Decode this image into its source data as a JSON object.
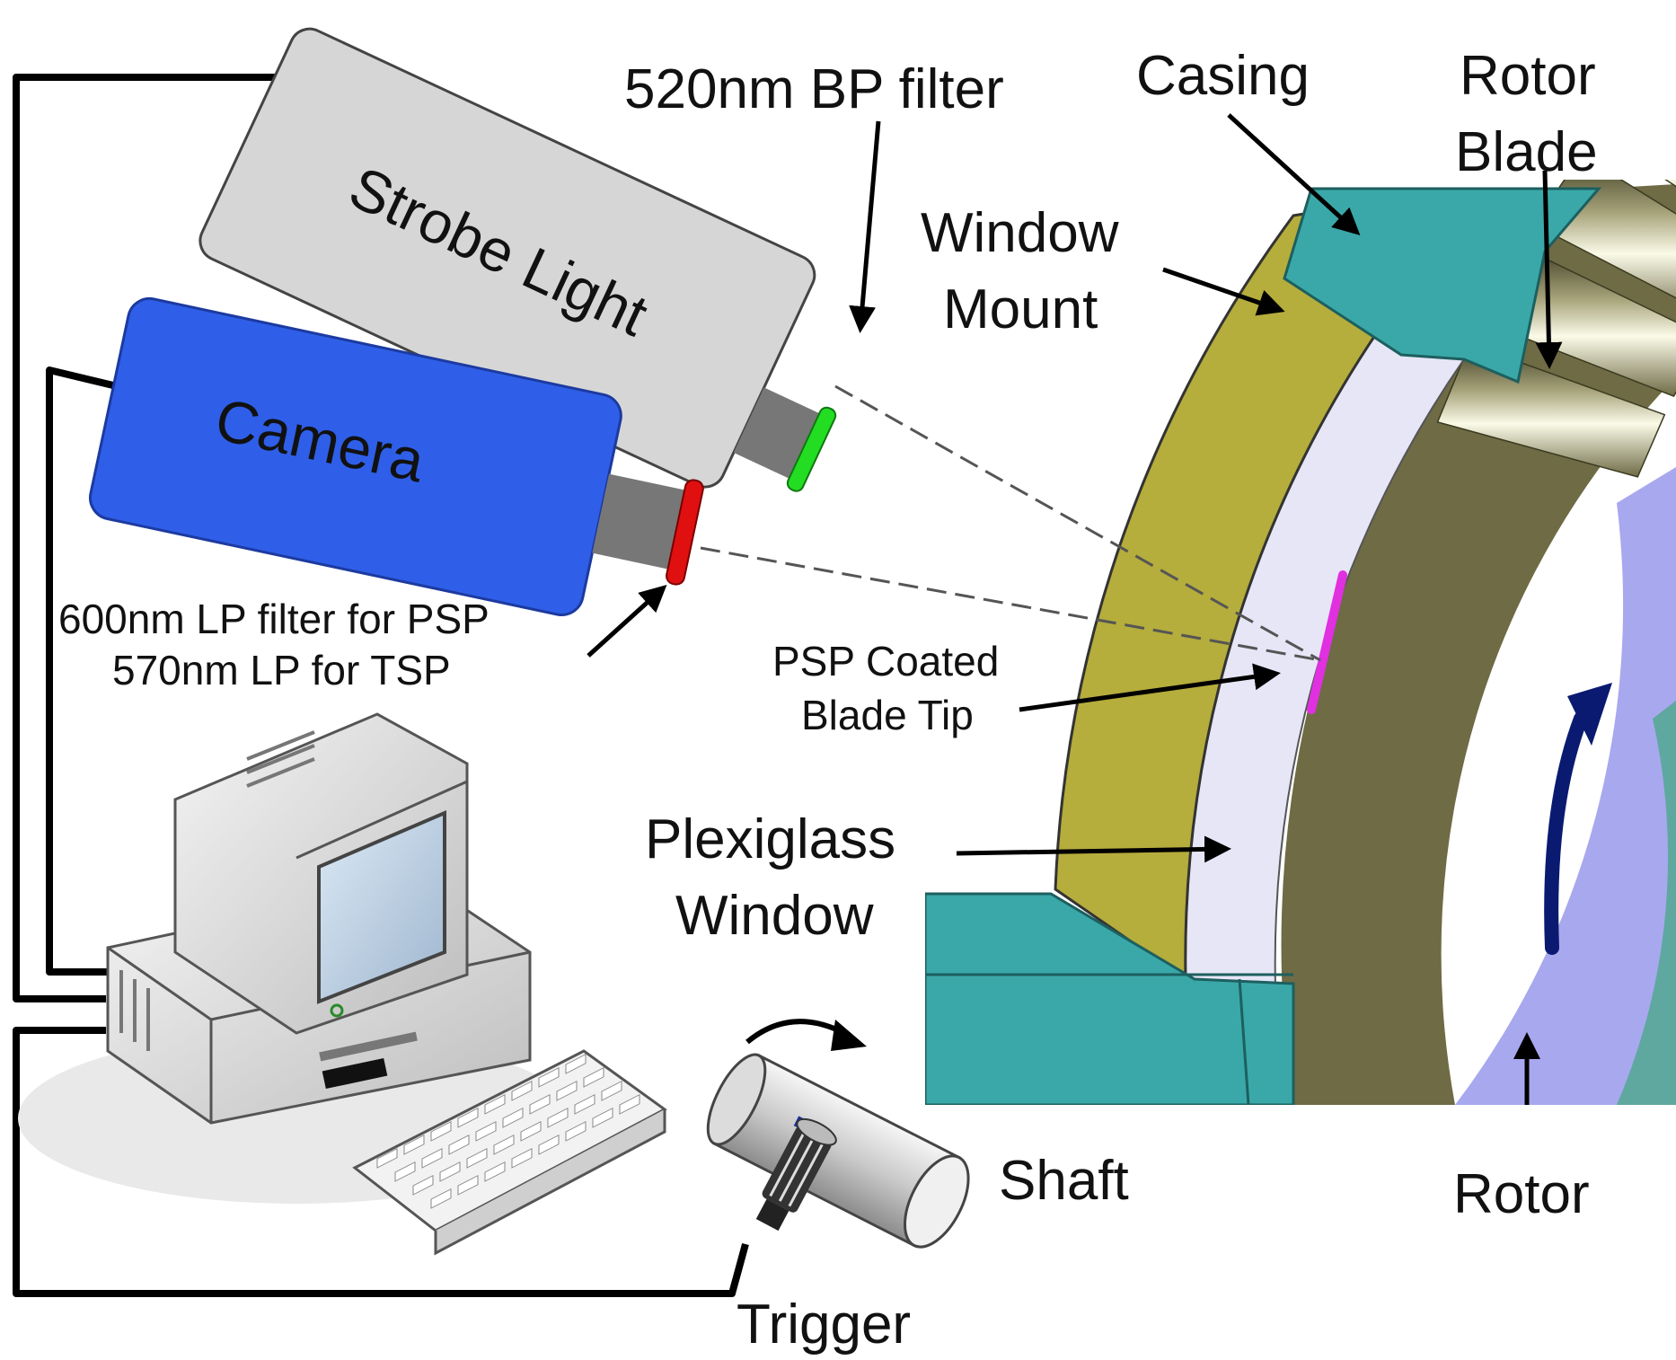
{
  "devices": {
    "strobe_light": "Strobe Light",
    "camera": "Camera"
  },
  "labels": {
    "bp_filter": "520nm BP filter",
    "lp_filter_line1": "600nm LP filter for PSP",
    "lp_filter_line2": "570nm LP for TSP",
    "casing": "Casing",
    "rotor_blade_line1": "Rotor",
    "rotor_blade_line2": "Blade",
    "window_mount_line1": "Window",
    "window_mount_line2": "Mount",
    "psp_tip_line1": "PSP Coated",
    "psp_tip_line2": "Blade Tip",
    "plexiglass_line1": "Plexiglass",
    "plexiglass_line2": "Window",
    "shaft": "Shaft",
    "rotor": "Rotor",
    "trigger": "Trigger"
  },
  "colors": {
    "strobe_body": "#d6d6d6",
    "camera_body": "#2f5fe8",
    "bp_filter": "#22dd22",
    "lp_filter": "#e01010",
    "casing": "#3aa8a8",
    "window_mount": "#b5ad3c",
    "plexiglass": "#e6e6f7",
    "rotor_hub": "#a8a8ef",
    "psp_tip": "#e030e0",
    "rotation_arrow": "#0a1a70"
  }
}
